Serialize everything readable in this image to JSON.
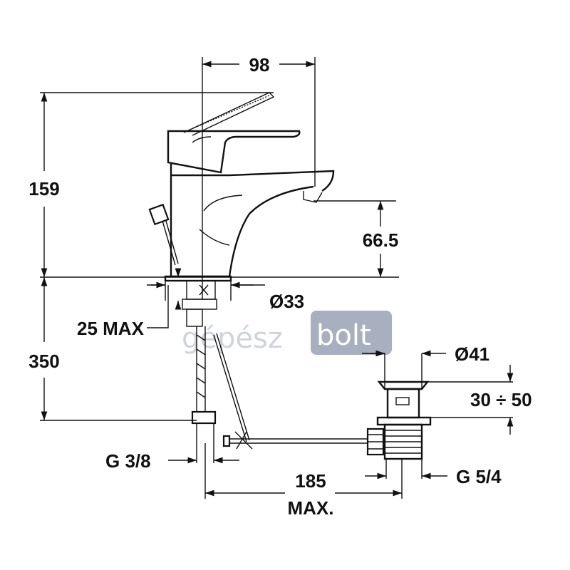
{
  "dimensions": {
    "spout_reach": "98",
    "total_height": "159",
    "spout_height": "66.5",
    "base_diameter": "Ø33",
    "counter_thickness": "25 MAX",
    "hose_length": "350",
    "waste_diameter": "Ø41",
    "waste_range": "30 ÷ 50",
    "inlet_thread": "G 3/8",
    "waste_thread": "G 5/4",
    "rod_length_value": "185",
    "rod_length_suffix": "MAX."
  },
  "watermark": {
    "part1": "gépész",
    "part2": "bolt",
    "accent_color": "#9aa3b5",
    "text_color": "#c8ccd4"
  }
}
